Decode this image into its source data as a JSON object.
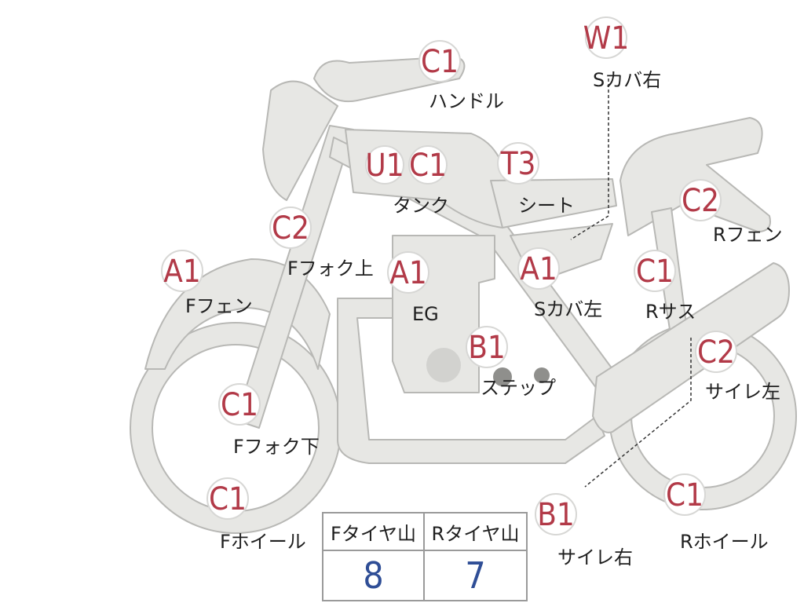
{
  "parts": [
    {
      "id": "handle",
      "grade": "C1",
      "label": "ハンドル"
    },
    {
      "id": "side-cover-r",
      "grade": "W1",
      "label": "Sカバ右"
    },
    {
      "id": "tank",
      "grade": "U1 C1",
      "grade_a": "U1",
      "grade_b": "C1",
      "label": "タンク"
    },
    {
      "id": "seat",
      "grade": "T3",
      "label": "シート"
    },
    {
      "id": "r-fender",
      "grade": "C2",
      "label": "Rフェン"
    },
    {
      "id": "f-fork-upper",
      "grade": "C2",
      "label": "Fフォク上"
    },
    {
      "id": "f-fender",
      "grade": "A1",
      "label": "Fフェン"
    },
    {
      "id": "engine",
      "grade": "A1",
      "label": "EG"
    },
    {
      "id": "side-cover-l",
      "grade": "A1",
      "label": "Sカバ左"
    },
    {
      "id": "r-suspension",
      "grade": "C1",
      "label": "Rサス"
    },
    {
      "id": "step",
      "grade": "B1",
      "label": "ステップ"
    },
    {
      "id": "muffler-l",
      "grade": "C2",
      "label": "サイレ左"
    },
    {
      "id": "f-fork-lower",
      "grade": "C1",
      "label": "Fフォク下"
    },
    {
      "id": "f-wheel",
      "grade": "C1",
      "label": "Fホイール"
    },
    {
      "id": "muffler-r",
      "grade": "B1",
      "label": "サイレ右"
    },
    {
      "id": "r-wheel",
      "grade": "C1",
      "label": "Rホイール"
    }
  ],
  "tire_table": {
    "front_header": "Fタイヤ山",
    "rear_header": "Rタイヤ山",
    "front_value": "8",
    "rear_value": "7"
  },
  "colors": {
    "grade": "#b23a48",
    "tire_value": "#2f4e96",
    "body_fill": "#e7e7e4"
  }
}
